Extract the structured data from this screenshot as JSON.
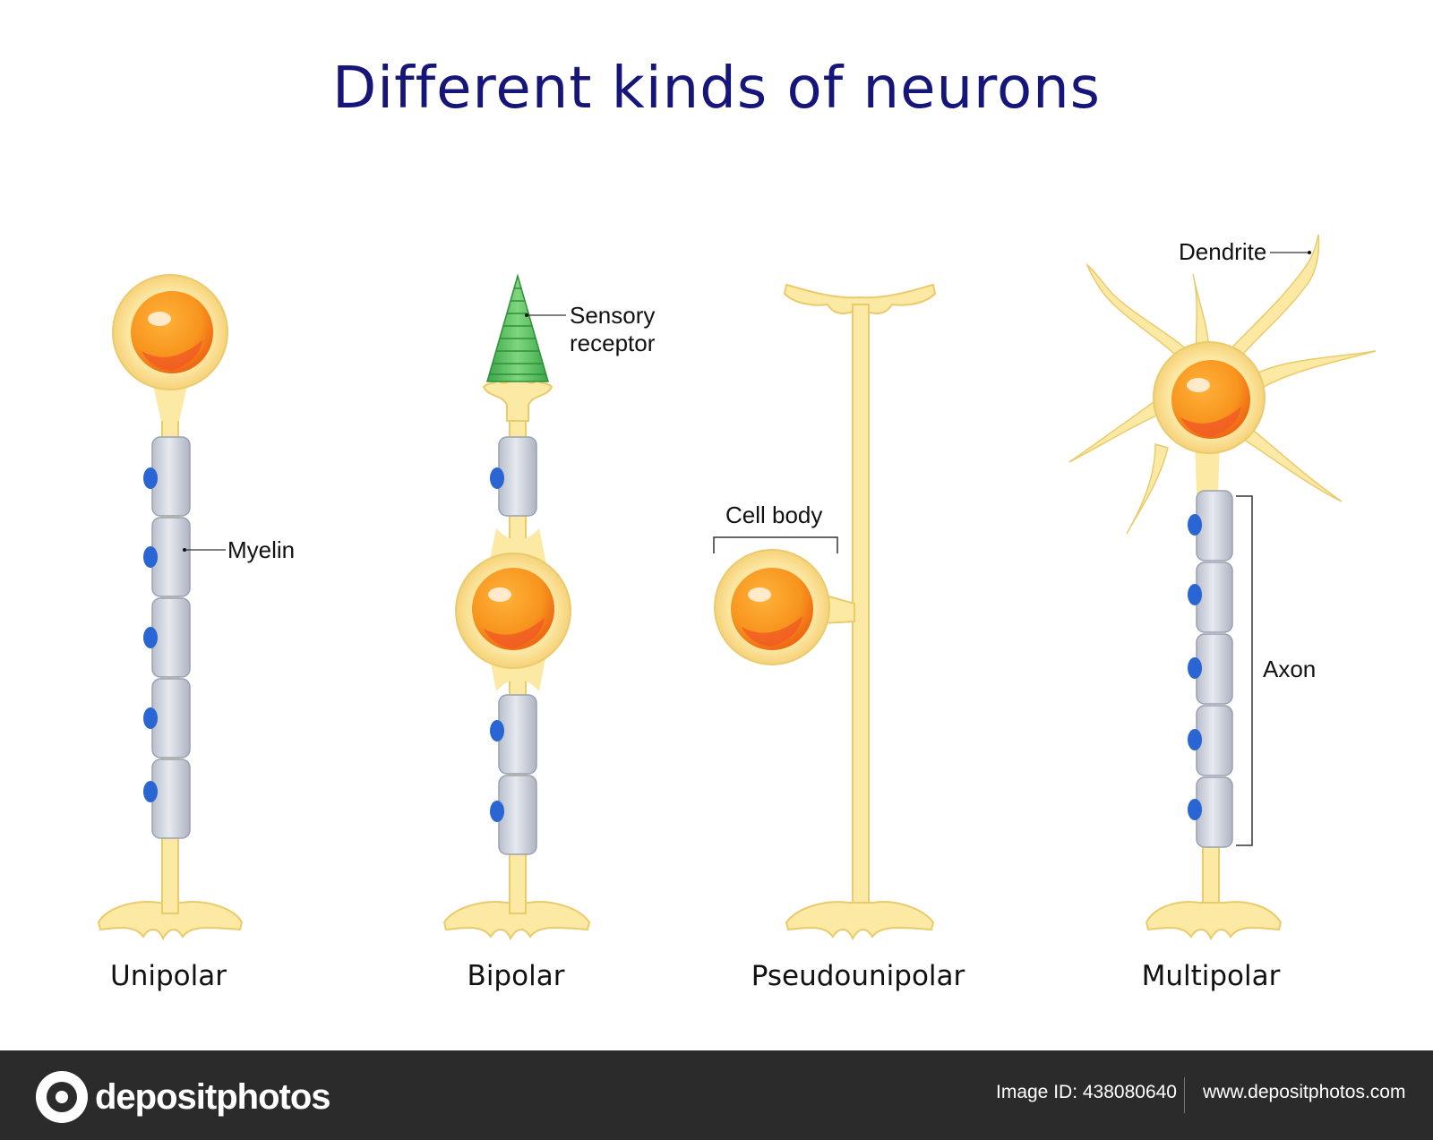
{
  "title": "Different kinds of neurons",
  "neuron_types": {
    "unipolar": "Unipolar",
    "bipolar": "Bipolar",
    "pseudounipolar": "Pseudounipolar",
    "multipolar": "Multipolar"
  },
  "labels": {
    "myelin": "Myelin",
    "sensory_receptor_line1": "Sensory",
    "sensory_receptor_line2": "receptor",
    "cell_body": "Cell body",
    "dendrite": "Dendrite",
    "axon": "Axon"
  },
  "footer": {
    "brand": "depositphotos",
    "image_id": "Image ID: 438080640",
    "url": "www.depositphotos.com"
  },
  "colors": {
    "title": "#15157a",
    "membrane": "#fbe9a4",
    "membrane_edge": "#eacb6c",
    "nucleus": "#f7941d",
    "nucleus_shade": "#f15a24",
    "myelin": "#d3d8e2",
    "schwann_nucleus": "#2a65d4",
    "receptor": "#5bc25b",
    "footer": "#2b2b2b"
  }
}
